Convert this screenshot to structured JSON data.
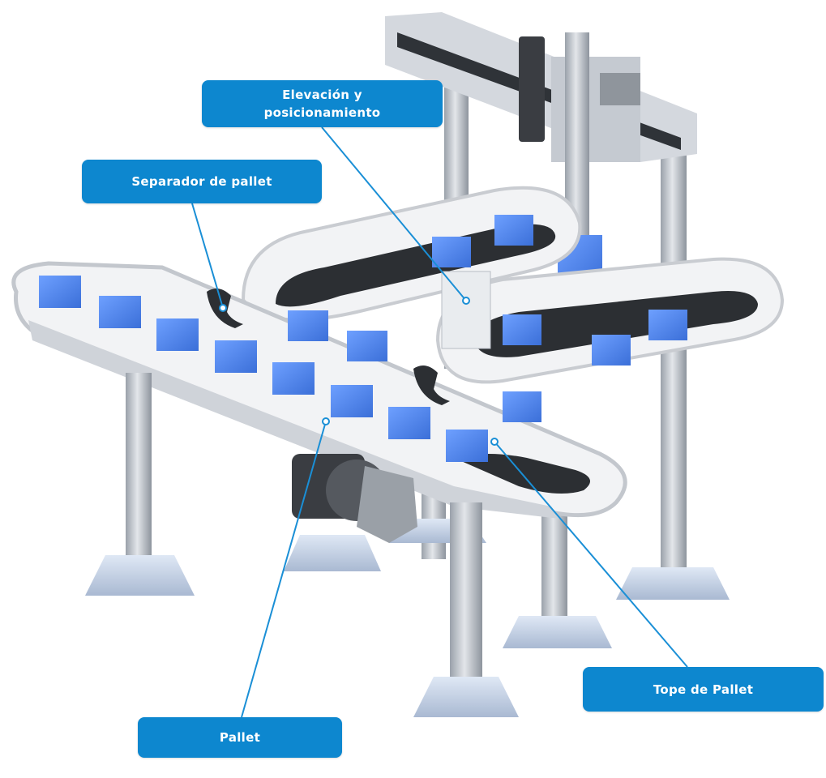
{
  "callouts": {
    "elevacion": "Elevación y\nposicionamiento",
    "separador": "Separador de pallet",
    "tope": "Tope de Pallet",
    "pallet": "Pallet"
  },
  "colors": {
    "callout_blue": "#0d87cf",
    "leader_line": "#1a8fd6",
    "pallet_blue": "#4a86e8",
    "aluminum": "#b9bec6",
    "base_plate": "#c9d6e8",
    "track_white": "#f2f3f5",
    "belt_dark": "#2c2f33"
  },
  "icons": [
    "conveyor-machine-illustration",
    "gear-motor-icon",
    "gantry-actuator-icon"
  ]
}
